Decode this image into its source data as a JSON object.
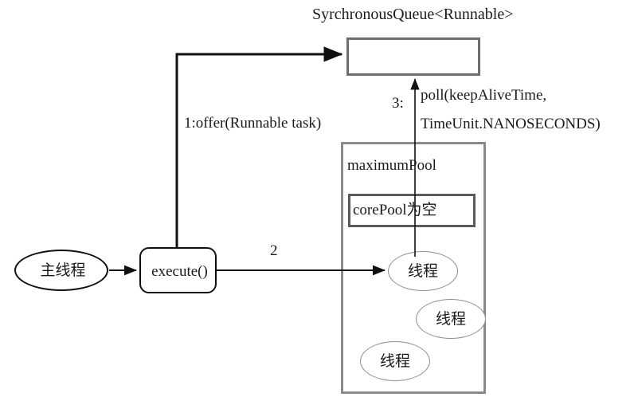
{
  "diagram": {
    "title_text": "SyrchronousQueue<Runnable>",
    "nodes": {
      "queue": {
        "label": "SyrchronousQueue<Runnable>"
      },
      "main_thread": {
        "label": "主线程"
      },
      "execute": {
        "label": "execute()"
      },
      "maximum_pool": {
        "label": "maximumPool"
      },
      "core_pool": {
        "label": "corePool为空"
      },
      "threads": [
        {
          "label": "线程"
        },
        {
          "label": "线程"
        },
        {
          "label": "线程"
        }
      ]
    },
    "edges": {
      "offer": {
        "label": "1:offer(Runnable task)"
      },
      "dispatch": {
        "label": "2"
      },
      "poll_step": {
        "label": "3:"
      },
      "poll_line1": {
        "label": "poll(keepAliveTime,"
      },
      "poll_line2": {
        "label": "TimeUnit.NANOSECONDS)"
      }
    },
    "colors": {
      "stroke_dark": "#111111",
      "stroke_queue": "#6e6e6e",
      "stroke_pool": "#8a8a8a",
      "stroke_core": "#5a5a5a",
      "stroke_thread": "#8f8f8f",
      "background": "#ffffff",
      "text": "#1a1a1a"
    }
  }
}
